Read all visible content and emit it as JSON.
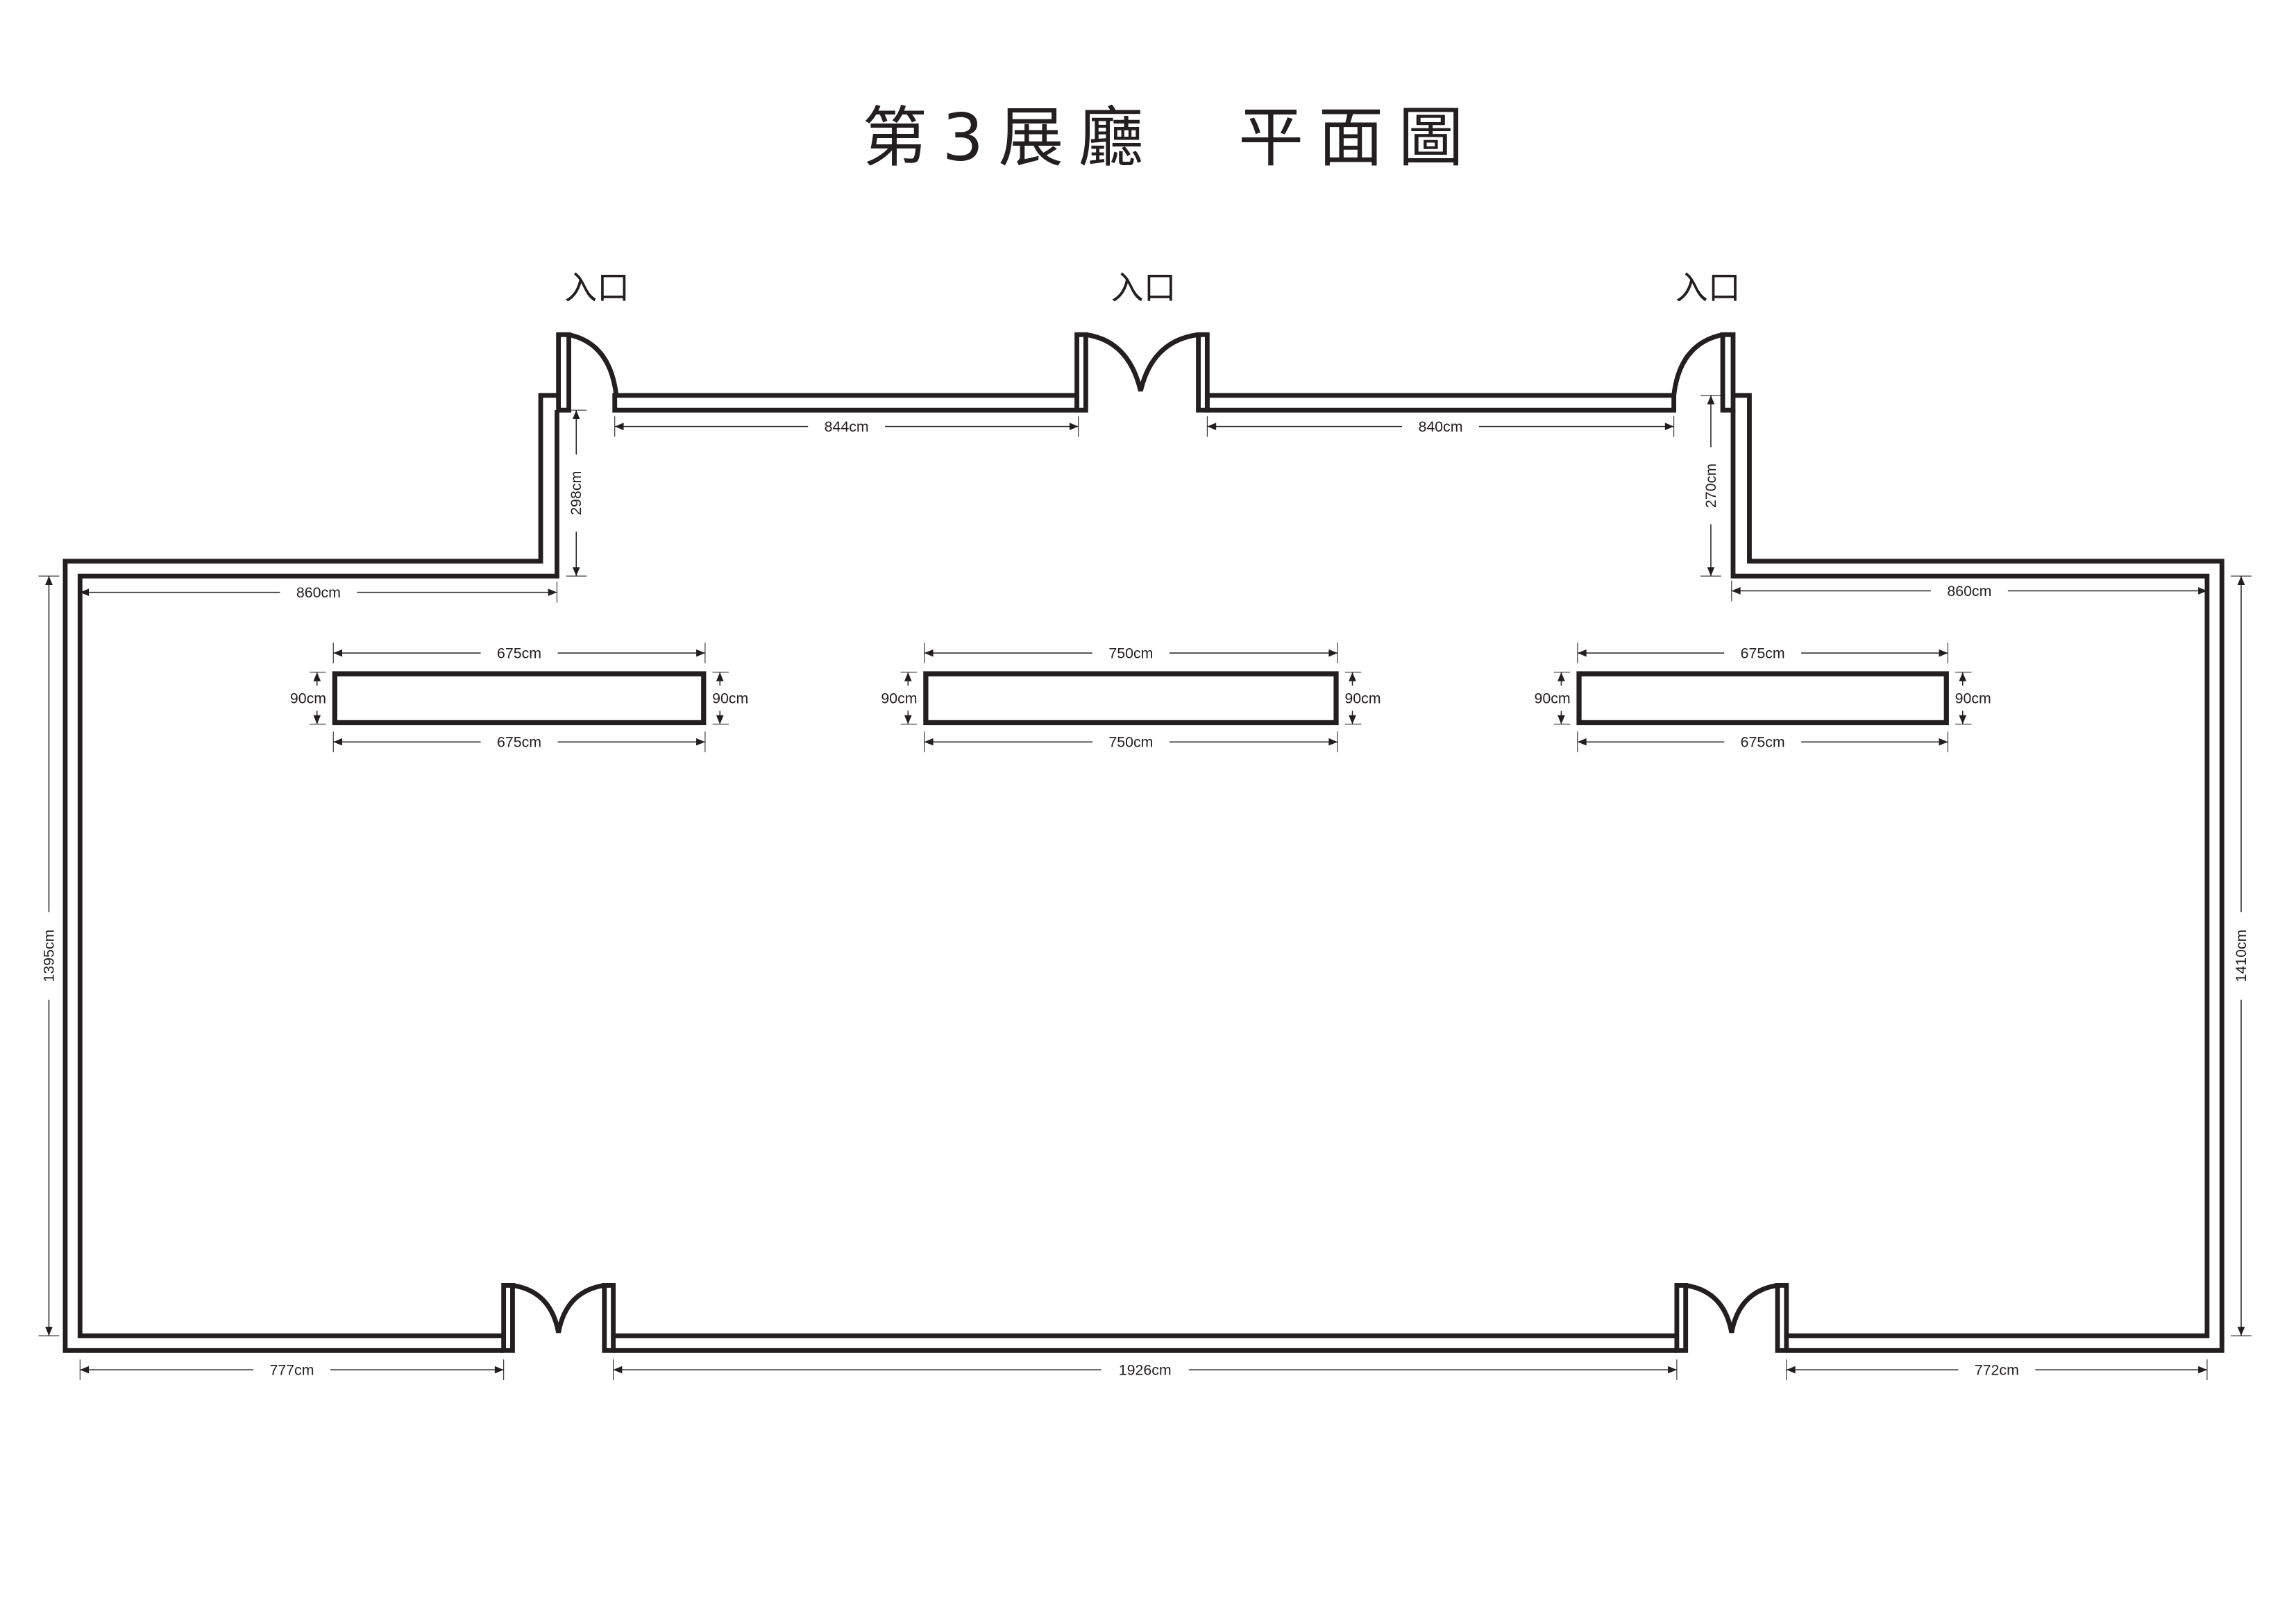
{
  "title": "第3展廳　平面圖",
  "entrances": [
    "入口",
    "入口",
    "入口"
  ],
  "colors": {
    "line": "#231f20",
    "background": "#ffffff"
  },
  "dimensions": {
    "top_left_wall": "844cm",
    "top_right_wall": "840cm",
    "left_step_height": "298cm",
    "right_step_height": "270cm",
    "left_upper_wall": "860cm",
    "right_upper_wall": "860cm",
    "left_height": "1395cm",
    "right_height": "1410cm",
    "bottom_left": "777cm",
    "bottom_middle": "1926cm",
    "bottom_right": "772cm",
    "panel_left_top": "675cm",
    "panel_left_bottom": "675cm",
    "panel_left_h_left": "90cm",
    "panel_left_h_right": "90cm",
    "panel_mid_top": "750cm",
    "panel_mid_bottom": "750cm",
    "panel_mid_h_left": "90cm",
    "panel_mid_h_right": "90cm",
    "panel_right_top": "675cm",
    "panel_right_bottom": "675cm",
    "panel_right_h_left": "90cm",
    "panel_right_h_right": "90cm"
  }
}
